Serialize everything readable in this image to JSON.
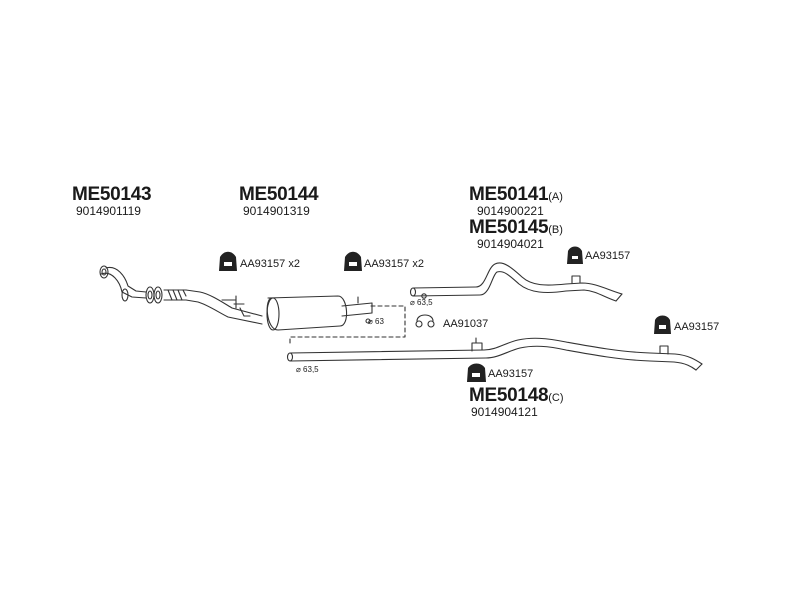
{
  "parts": [
    {
      "code": "ME50143",
      "suffix": "",
      "number": "9014901119"
    },
    {
      "code": "ME50144",
      "suffix": "",
      "number": "9014901319"
    },
    {
      "code": "ME50141",
      "suffix": "(A)",
      "number": "9014900221"
    },
    {
      "code": "ME50145",
      "suffix": "(B)",
      "number": "9014904021"
    },
    {
      "code": "ME50148",
      "suffix": "(C)",
      "number": "9014904121"
    }
  ],
  "hardware": [
    {
      "label": "AA93157 x2"
    },
    {
      "label": "AA93157 x2"
    },
    {
      "label": "AA93157"
    },
    {
      "label": "AA91037"
    },
    {
      "label": "AA93157"
    },
    {
      "label": "AA93157"
    }
  ],
  "diameters": [
    "⌀ 63,5",
    "⌀ 63",
    "⌀ 63,5"
  ],
  "icons": [
    "hanger-icon",
    "clamp-icon"
  ],
  "colors": {
    "line": "#333333",
    "text": "#1a1a1a",
    "hanger": "#222222"
  }
}
